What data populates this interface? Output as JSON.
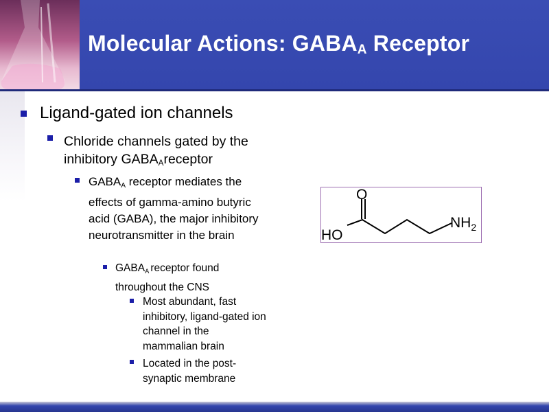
{
  "slide": {
    "title_main": "Molecular Actions: GABA",
    "title_sub": "A",
    "title_tail": " Receptor"
  },
  "bullets": {
    "l1": "Ligand-gated ion channels",
    "l2": {
      "before": "Chloride channels gated by the inhibitory GABA",
      "sub": "A",
      "after": "receptor"
    },
    "l3": {
      "before": "GABA",
      "sub": "A",
      "after": " receptor mediates the effects of gamma-amino butyric acid (GABA), the major inhibitory neurotransmitter in the brain"
    },
    "l4": {
      "before": "GABA",
      "sub": "A ",
      "after": "receptor found throughout the CNS"
    },
    "l5a": "Most abundant, fast inhibitory, ligand-gated ion channel in the mammalian brain",
    "l5b": "Located in the post-synaptic membrane"
  },
  "molecule": {
    "oxygen_label": "O",
    "hydroxyl_label": "HO",
    "amine_label": "NH",
    "amine_sub": "2"
  },
  "colors": {
    "header_bg": "#3a4db4",
    "bullet": "#1b1ea8",
    "molecule_border": "#9b6cb0"
  }
}
